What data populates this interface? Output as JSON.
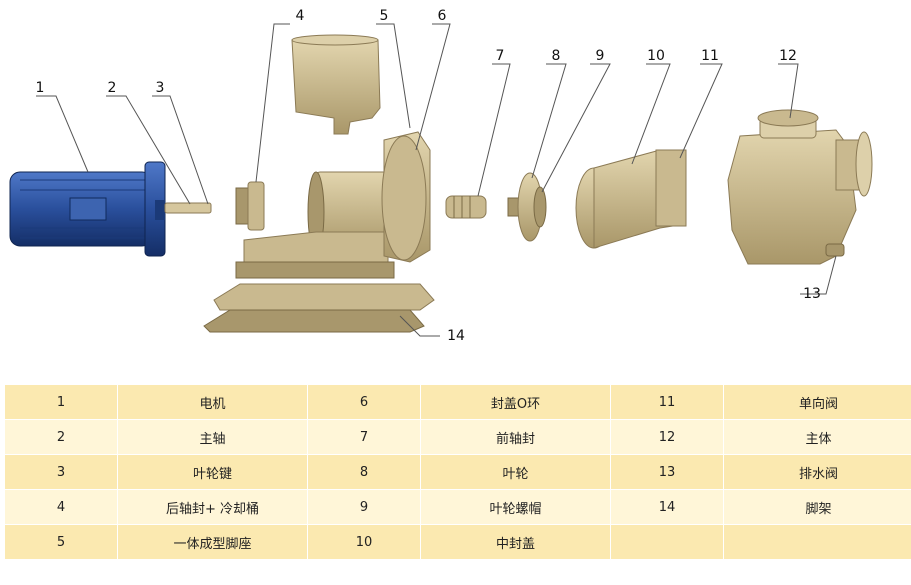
{
  "callouts": [
    "1",
    "2",
    "3",
    "4",
    "5",
    "6",
    "7",
    "8",
    "9",
    "10",
    "11",
    "12",
    "13",
    "14"
  ],
  "colors": {
    "motor": "#2a4f9c",
    "part": "#c9b98f",
    "row_a": "#fbe9b0",
    "row_b": "#fff6d8"
  },
  "table": {
    "rows": [
      [
        {
          "num": "1",
          "name": "电机"
        },
        {
          "num": "6",
          "name": "封盖O环"
        },
        {
          "num": "11",
          "name": "单向阀"
        }
      ],
      [
        {
          "num": "2",
          "name": "主轴"
        },
        {
          "num": "7",
          "name": "前轴封"
        },
        {
          "num": "12",
          "name": "主体"
        }
      ],
      [
        {
          "num": "3",
          "name": "叶轮键"
        },
        {
          "num": "8",
          "name": "叶轮"
        },
        {
          "num": "13",
          "name": "排水阀"
        }
      ],
      [
        {
          "num": "4",
          "name": "后轴封+ 冷却桶"
        },
        {
          "num": "9",
          "name": "叶轮螺帽"
        },
        {
          "num": "14",
          "name": "脚架"
        }
      ],
      [
        {
          "num": "5",
          "name": "一体成型脚座"
        },
        {
          "num": "10",
          "name": "中封盖"
        },
        {
          "num": "",
          "name": ""
        }
      ]
    ]
  }
}
